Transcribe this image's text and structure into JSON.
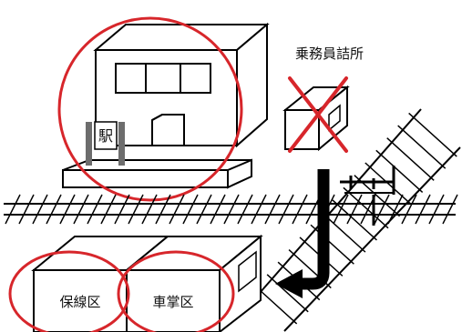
{
  "labels": {
    "crew_office": "乗務員詰所",
    "station_sign": "駅",
    "track_maintenance": "保線区",
    "crew_district": "車掌区"
  },
  "colors": {
    "highlight": "#d7262b",
    "line": "#000000",
    "sign_pole": "#6d6d6d",
    "background": "#ffffff"
  },
  "icons": {
    "removed_mark": "red-x-icon",
    "relocation_arrow": "curved-arrow-icon",
    "signal": "railway-signal-icon"
  }
}
